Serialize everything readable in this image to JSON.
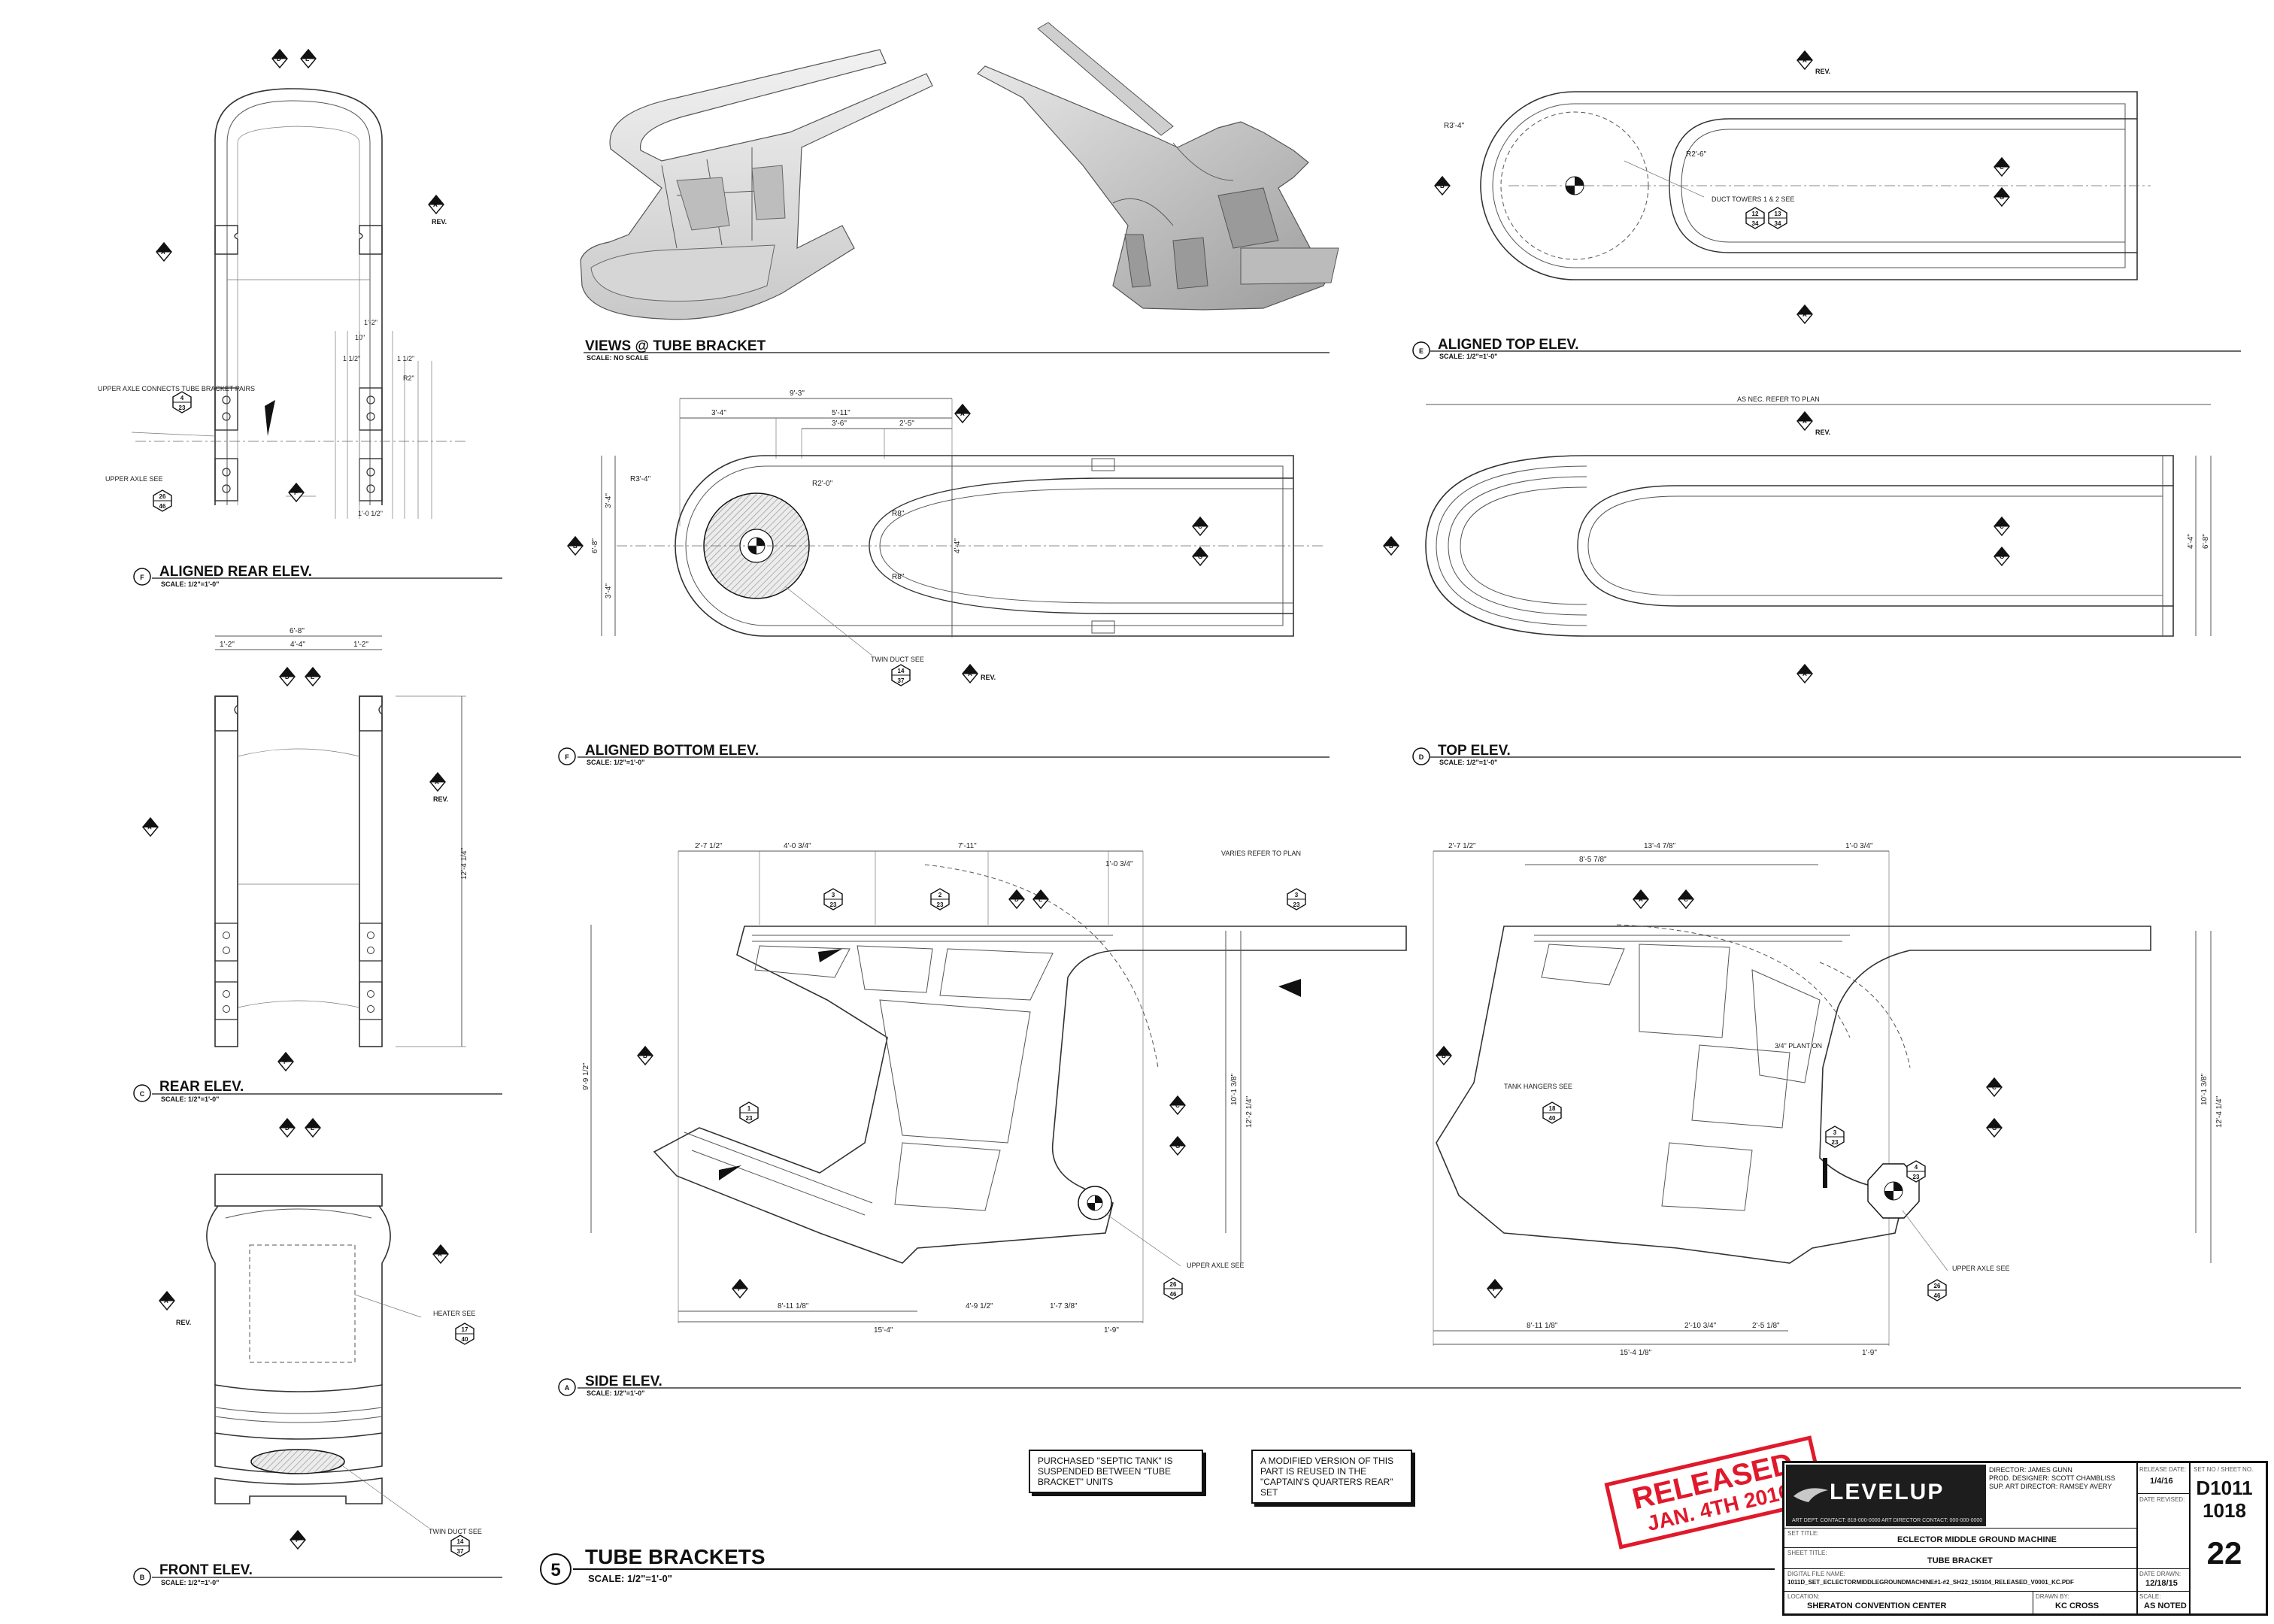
{
  "views": {
    "aligned_rear": {
      "letter": "F",
      "title": "ALIGNED REAR ELEV.",
      "scale": "SCALE: 1/2\"=1'-0\""
    },
    "rear": {
      "letter": "C",
      "title": "REAR ELEV.",
      "scale": "SCALE: 1/2\"=1'-0\""
    },
    "front": {
      "letter": "B",
      "title": "FRONT ELEV.",
      "scale": "SCALE: 1/2\"=1'-0\""
    },
    "tube_bracket": {
      "title": "VIEWS @ TUBE BRACKET",
      "scale": "SCALE: NO SCALE"
    },
    "aligned_bottom": {
      "letter": "F",
      "title": "ALIGNED BOTTOM  ELEV.",
      "scale": "SCALE: 1/2\"=1'-0\""
    },
    "aligned_top": {
      "letter": "E",
      "title": "ALIGNED TOP ELEV.",
      "scale": "SCALE: 1/2\"=1'-0\""
    },
    "top": {
      "letter": "D",
      "title": "TOP ELEV.",
      "scale": "SCALE: 1/2\"=1'-0\""
    },
    "side": {
      "letter": "A",
      "title": "SIDE ELEV.",
      "scale": "SCALE: 1/2\"=1'-0\""
    }
  },
  "sheet_section": {
    "number": "5",
    "title": "TUBE BRACKETS",
    "scale": "SCALE: 1/2\"=1'-0\""
  },
  "notes": {
    "upper_axle_connects": "UPPER AXLE CONNECTS TUBE BRACKET PAIRS",
    "upper_axle_see": "UPPER AXLE SEE",
    "heater_see": "HEATER SEE",
    "twin_duct_see": "TWIN DUCT SEE",
    "duct_towers": "DUCT TOWERS 1 & 2 SEE",
    "as_nec": "AS NEC. REFER TO PLAN",
    "varies": "VARIES REFER TO PLAN",
    "tank_hangers": "TANK HANGERS SEE",
    "plant_on": "3/4\" PLANT ON",
    "rev": "REV.",
    "septic": "PURCHASED \"SEPTIC TANK\" IS SUSPENDED BETWEEN \"TUBE BRACKET\" UNITS",
    "modified": "A MODIFIED VERSION OF THIS PART IS REUSED IN THE \"CAPTAIN'S QUARTERS REAR\" SET"
  },
  "dims": {
    "rear_width": "6'-8\"",
    "rear_left": "1'-2\"",
    "rear_mid": "4'-4\"",
    "rear_right": "1'-2\"",
    "rear_height": "12'-4 1/4\"",
    "bot_overall": "9'-3\"",
    "bot_a": "3'-4\"",
    "bot_b": "5'-11\"",
    "bot_c": "3'-6\"",
    "bot_d": "2'-5\"",
    "bot_r1": "R3'-4\"",
    "bot_r2": "R2'-0\"",
    "bot_r3": "R8\"",
    "bot_h": "4'-4\"",
    "bot_h2": "6'-8\"",
    "top_r1": "R3'-4\"",
    "top_r2": "R2'-6\"",
    "side_total": "15'-4\"",
    "side_a": "8'-11 1/8\"",
    "side_b": "4'-9 1/2\"",
    "side_c": "1'-7 3/8\"",
    "side_d": "1'-9\"",
    "side_e": "2'-7 1/2\"",
    "side_f": "4'-0 3/4\"",
    "side_g": "7'-11\"",
    "side_h": "1'-0 3/4\"",
    "side_ht": "12'-2 1/4\"",
    "side_ht2": "10'-1 3/8\"",
    "side_ht3": "9'-9 1/2\"",
    "sideR_total": "15'-4 1/8\"",
    "sideR_a": "8'-11 1/8\"",
    "sideR_b": "2'-10 3/4\"",
    "sideR_c": "2'-5 1/8\"",
    "sideR_d": "1'-9\"",
    "sideR_top": "13'-4 7/8\"",
    "sideR_top2": "8'-5 7/8\"",
    "sideR_ht": "12'-4 1/4\"",
    "sideR_ht2": "10'-1 3/8\""
  },
  "refs": {
    "sheet_23": "23",
    "sheet_46": "46",
    "sheet_37": "37",
    "sheet_40": "40",
    "sheet_34": "34",
    "d1": "1",
    "d2": "2",
    "d3": "3",
    "d4": "4",
    "d12": "12",
    "d13": "13",
    "d14": "14",
    "d17": "17",
    "d18": "18",
    "d26": "26"
  },
  "stamp": {
    "line1": "RELEASED",
    "line2": "JAN. 4TH 2016"
  },
  "title_block": {
    "logo": "LEVELUP",
    "contacts": "ART DEPT. CONTACT: 818-000-0000   ART DIRECTOR CONTACT: 000-000-0000",
    "director": "DIRECTOR: JAMES GUNN",
    "designer": "PROD. DESIGNER: SCOTT CHAMBLISS",
    "sup_art": "SUP. ART DIRECTOR: RAMSEY AVERY",
    "release_date_label": "RELEASE DATE:",
    "release_date": "1/4/16",
    "date_revised_label": "DATE REVISED:",
    "set_no_label": "SET NO / SHEET NO.",
    "set_no": "D1011",
    "set_no2": "1018",
    "sheet_no": "22",
    "set_title_label": "SET TITLE:",
    "set_title": "ECLECTOR MIDDLE GROUND MACHINE",
    "sheet_title_label": "SHEET TITLE:",
    "sheet_title": "TUBE BRACKET",
    "file_label": "DIGITAL FILE NAME:",
    "file_name": "1011D_SET_ECLECTORMIDDLEGROUNDMACHINE#1-#2_SH22_150104_RELEASED_V0001_KC.PDF",
    "date_drawn_label": "DATE DRAWN:",
    "date_drawn": "12/18/15",
    "location_label": "LOCATION:",
    "location": "SHERATON CONVENTION CENTER",
    "drawn_by_label": "DRAWN BY:",
    "drawn_by": "KC CROSS",
    "scale_label": "SCALE:",
    "scale": "AS NOTED"
  }
}
